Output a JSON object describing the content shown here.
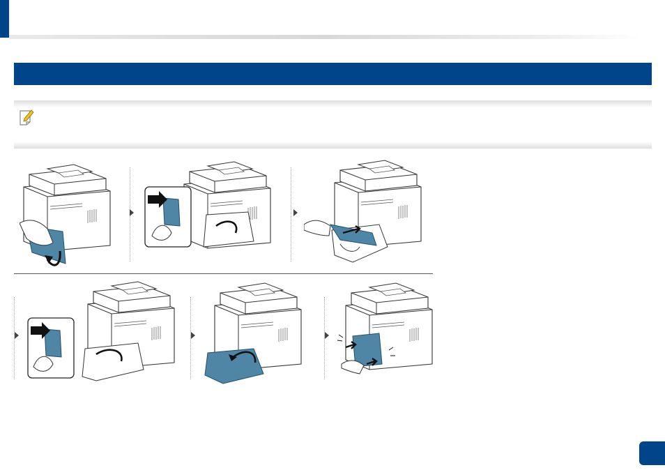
{
  "header": {
    "accent_color": "#00458a"
  },
  "section": {
    "title": ""
  },
  "note": {
    "icon": "note-pencil-icon",
    "text": ""
  },
  "steps": [
    {
      "id": 1,
      "icon": "open-rear-cover-illustration"
    },
    {
      "id": 2,
      "icon": "pull-fuser-lever-illustration"
    },
    {
      "id": 3,
      "icon": "remove-jammed-paper-illustration"
    },
    {
      "id": 4,
      "icon": "lower-fuser-lever-illustration"
    },
    {
      "id": 5,
      "icon": "close-rear-door-illustration"
    },
    {
      "id": 6,
      "icon": "close-rear-cover-illustration"
    }
  ],
  "footer": {
    "page_number": ""
  }
}
